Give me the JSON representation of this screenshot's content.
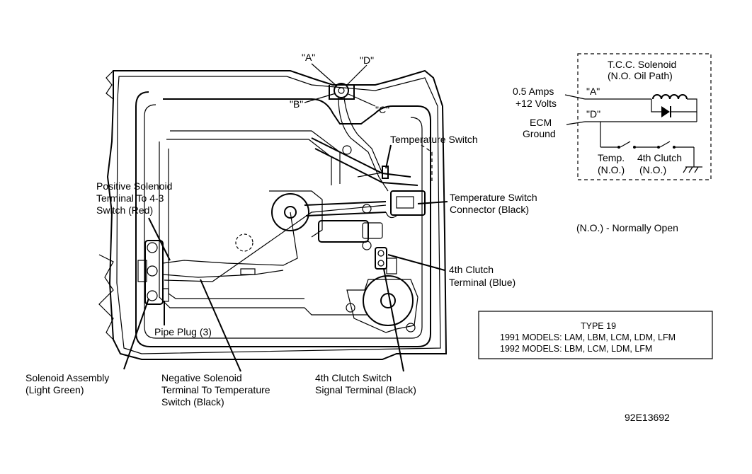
{
  "labels": {
    "conn_a": "\"A\"",
    "conn_d": "\"D\"",
    "conn_b": "\"B\"",
    "conn_c": "\"C\"",
    "temp_switch": "Temperature Switch",
    "pos_solenoid_1": "Positive Solenoid",
    "pos_solenoid_2": "Terminal To 4-3",
    "pos_solenoid_3": "Switch (Red)",
    "temp_conn_1": "Temperature Switch",
    "temp_conn_2": "Connector (Black)",
    "clutch_term_1": "4th Clutch",
    "clutch_term_2": "Terminal (Blue)",
    "pipe_plug": "Pipe Plug (3)",
    "solenoid_asm_1": "Solenoid Assembly",
    "solenoid_asm_2": "(Light Green)",
    "neg_solenoid_1": "Negative Solenoid",
    "neg_solenoid_2": "Terminal To Temperature",
    "neg_solenoid_3": "Switch (Black)",
    "clutch_sig_1": "4th Clutch Switch",
    "clutch_sig_2": "Signal Terminal (Black)"
  },
  "schematic": {
    "title_1": "T.C.C. Solenoid",
    "title_2": "(N.O. Oil Path)",
    "amps": "0.5 Amps",
    "volts": "+12 Volts",
    "pin_a": "\"A\"",
    "pin_d": "\"D\"",
    "ecm": "ECM",
    "ground": "Ground",
    "temp": "Temp.",
    "temp_no": "(N.O.)",
    "clutch": "4th Clutch",
    "clutch_no": "(N.O.)"
  },
  "legend": {
    "text": "(N.O.)  -  Normally Open"
  },
  "type_box": {
    "title": "TYPE 19",
    "line_1991": "1991 MODELS: LAM, LBM, LCM, LDM, LFM",
    "line_1992": "1992 MODELS: LBM, LCM, LDM, LFM"
  },
  "figure_id": "92E13692"
}
